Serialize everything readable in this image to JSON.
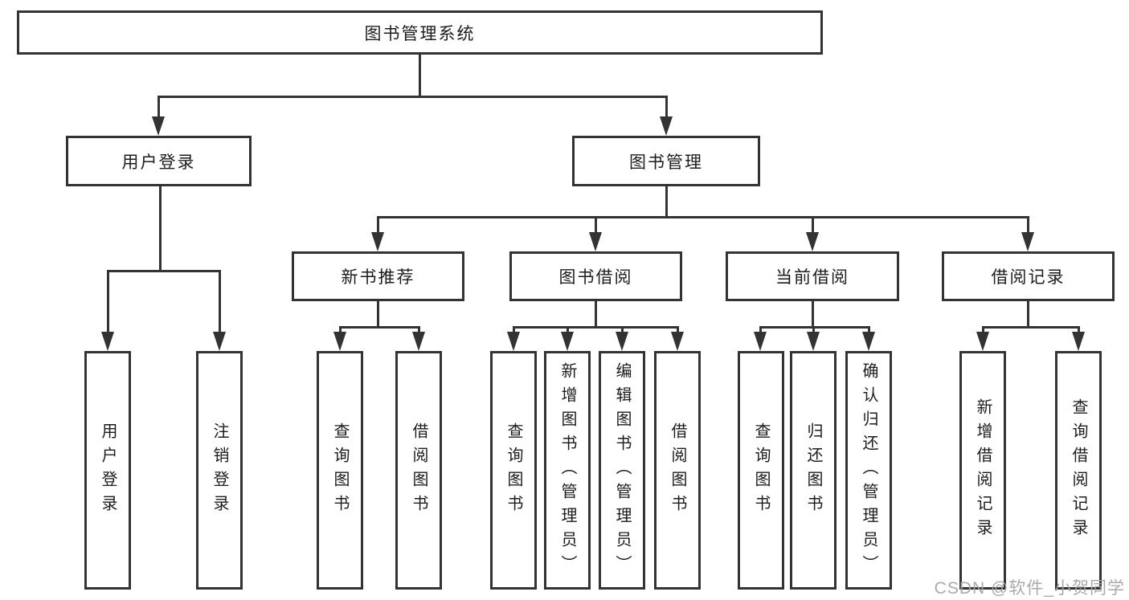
{
  "nodes": {
    "root": {
      "label": "图书管理系统"
    },
    "user_login": {
      "label": "用户登录",
      "children": [
        {
          "label": "用户登录"
        },
        {
          "label": "注销登录"
        }
      ]
    },
    "book_mgmt": {
      "label": "图书管理"
    },
    "new_book_rec": {
      "label": "新书推荐",
      "children": [
        {
          "label": "查询图书"
        },
        {
          "label": "借阅图书"
        }
      ]
    },
    "book_borrow": {
      "label": "图书借阅",
      "children": [
        {
          "label": "查询图书"
        },
        {
          "label": "新增图书（管理员）"
        },
        {
          "label": "编辑图书（管理员）"
        },
        {
          "label": "借阅图书"
        }
      ]
    },
    "current_borrow": {
      "label": "当前借阅",
      "children": [
        {
          "label": "查询图书"
        },
        {
          "label": "归还图书"
        },
        {
          "label": "确认归还（管理员）"
        }
      ]
    },
    "borrow_records": {
      "label": "借阅记录",
      "children": [
        {
          "label": "新增借阅记录"
        },
        {
          "label": "查询借阅记录"
        }
      ]
    }
  },
  "watermark": {
    "text": "CSDN @软件_小贺同学"
  },
  "colors": {
    "line": "#333333",
    "text": "#1c1c1c",
    "background": "#ffffff",
    "watermark": "#aca3a3"
  }
}
